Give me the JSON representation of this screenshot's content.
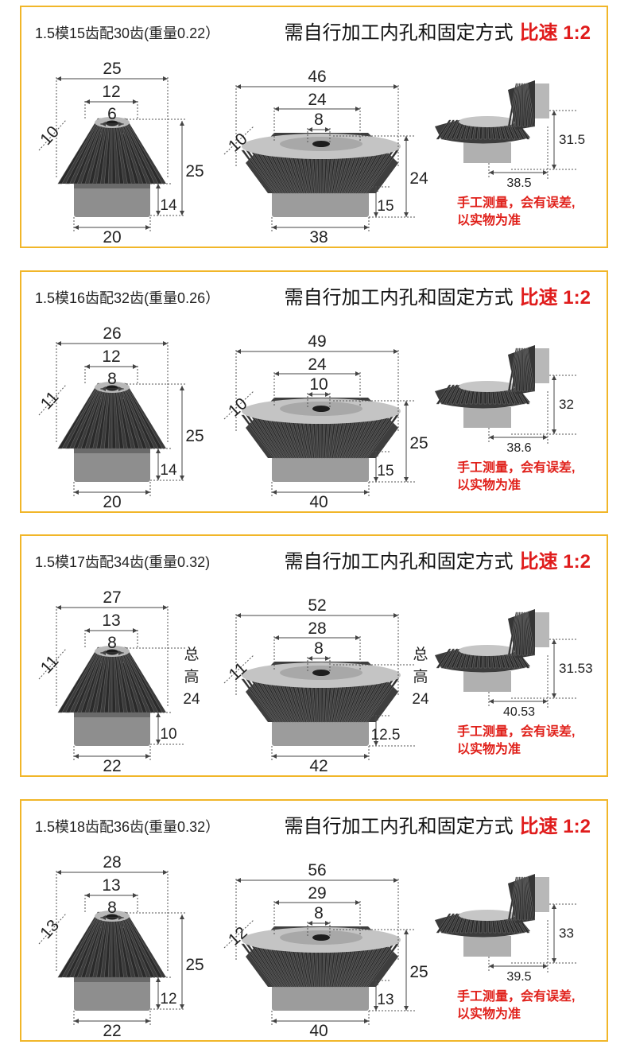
{
  "ratio_label": "比速 1:2",
  "process_note": "需自行加工内孔和固定方式",
  "measure_note": [
    "手工测量，会有误差,",
    "以实物为准"
  ],
  "colors": {
    "border": "#f1b629",
    "accent_red": "#e01c1c"
  },
  "cards": [
    {
      "title": "1.5模15齿配30齿(重量0.22）",
      "pinion": {
        "d_outer": "25",
        "d_hub": "12",
        "d_bore": "6",
        "tooth": "10",
        "height": "25",
        "hub_h": "14",
        "hub_d": "20"
      },
      "gear": {
        "d_outer": "46",
        "d_hub": "24",
        "d_bore": "8",
        "tooth": "10",
        "height": "24",
        "hub_h": "15",
        "hub_d": "38"
      },
      "assembly": {
        "height": "31.5",
        "width": "38.5"
      }
    },
    {
      "title": "1.5模16齿配32齿(重量0.26）",
      "pinion": {
        "d_outer": "26",
        "d_hub": "12",
        "d_bore": "8",
        "tooth": "11",
        "height": "25",
        "hub_h": "14",
        "hub_d": "20"
      },
      "gear": {
        "d_outer": "49",
        "d_hub": "24",
        "d_bore": "10",
        "tooth": "10",
        "height": "25",
        "hub_h": "15",
        "hub_d": "40"
      },
      "assembly": {
        "height": "32",
        "width": "38.6"
      }
    },
    {
      "title": "1.5模17齿配34齿(重量0.32)",
      "pinion": {
        "d_outer": "27",
        "d_hub": "13",
        "d_bore": "8",
        "tooth": "11",
        "height_label": [
          "总",
          "高",
          "24"
        ],
        "hub_h": "10",
        "hub_d": "22"
      },
      "gear": {
        "d_outer": "52",
        "d_hub": "28",
        "d_bore": "8",
        "tooth": "11",
        "height_label": [
          "总",
          "高",
          "24"
        ],
        "hub_h": "12.5",
        "hub_d": "42"
      },
      "assembly": {
        "height": "31.53",
        "width": "40.53"
      }
    },
    {
      "title": "1.5模18齿配36齿(重量0.32）",
      "pinion": {
        "d_outer": "28",
        "d_hub": "13",
        "d_bore": "8",
        "tooth": "13",
        "height": "25",
        "hub_h": "12",
        "hub_d": "22"
      },
      "gear": {
        "d_outer": "56",
        "d_hub": "29",
        "d_bore": "8",
        "tooth": "12",
        "height": "25",
        "hub_h": "13",
        "hub_d": "40"
      },
      "assembly": {
        "height": "33",
        "width": "39.5"
      }
    }
  ]
}
